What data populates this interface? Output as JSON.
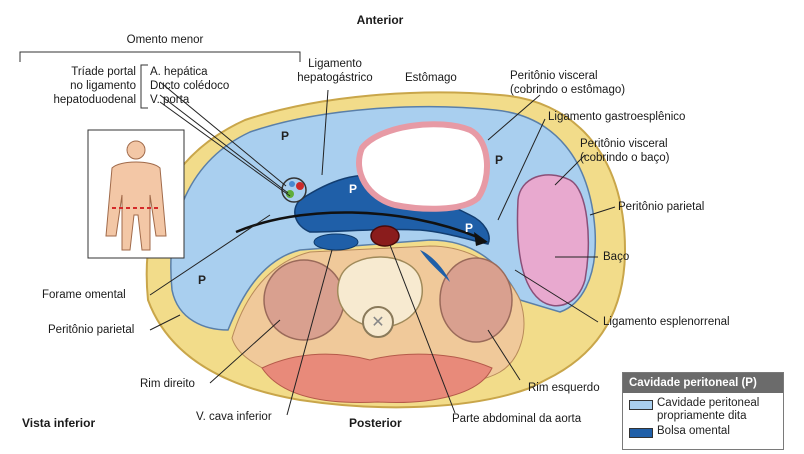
{
  "labels": {
    "anterior": "Anterior",
    "posterior": "Posterior",
    "vista_inferior": "Vista inferior",
    "omento_menor": "Omento menor",
    "triade_portal": [
      "Tríade portal",
      "no ligamento",
      "hepatoduodenal"
    ],
    "triade_items": [
      "A. hepática",
      "Ducto colédoco",
      "V. porta"
    ],
    "ligamento_hepatogastrico": [
      "Ligamento",
      "hepatogástrico"
    ],
    "estomago": "Estômago",
    "peritonio_visceral_estomago": [
      "Peritônio visceral",
      "(cobrindo o estômago)"
    ],
    "ligamento_gastroesplenico": "Ligamento gastroesplênico",
    "peritonio_visceral_baco": [
      "Peritônio visceral",
      "(cobrindo o baço)"
    ],
    "peritonio_parietal_right": "Peritônio parietal",
    "baco": "Baço",
    "ligamento_esplenorrenal": "Ligamento esplenorrenal",
    "forame_omental": "Forame omental",
    "peritonio_parietal_left": "Peritônio parietal",
    "rim_direito": "Rim direito",
    "rim_esquerdo": "Rim esquerdo",
    "v_cava_inferior": "V. cava inferior",
    "parte_abdominal_aorta": "Parte abdominal da aorta",
    "p_mark": "P"
  },
  "legend": {
    "title": "Cavidade peritoneal (P)",
    "items": [
      {
        "text": [
          "Cavidade peritoneal",
          "propriamente dita"
        ],
        "color": "#a9cfef"
      },
      {
        "text": [
          "Bolsa omental"
        ],
        "color": "#1f5fa8"
      }
    ]
  },
  "colors": {
    "fat": "#f2dc8a",
    "peritoneal_cavity": "#a9cfef",
    "omental_bursa": "#1f5fa8",
    "muscle": "#e88a7a",
    "kidney": "#d9a08f",
    "spleen": "#e8a9cf",
    "stomach_wall": "#e79aa5",
    "vertebra": "#f7ead0"
  }
}
